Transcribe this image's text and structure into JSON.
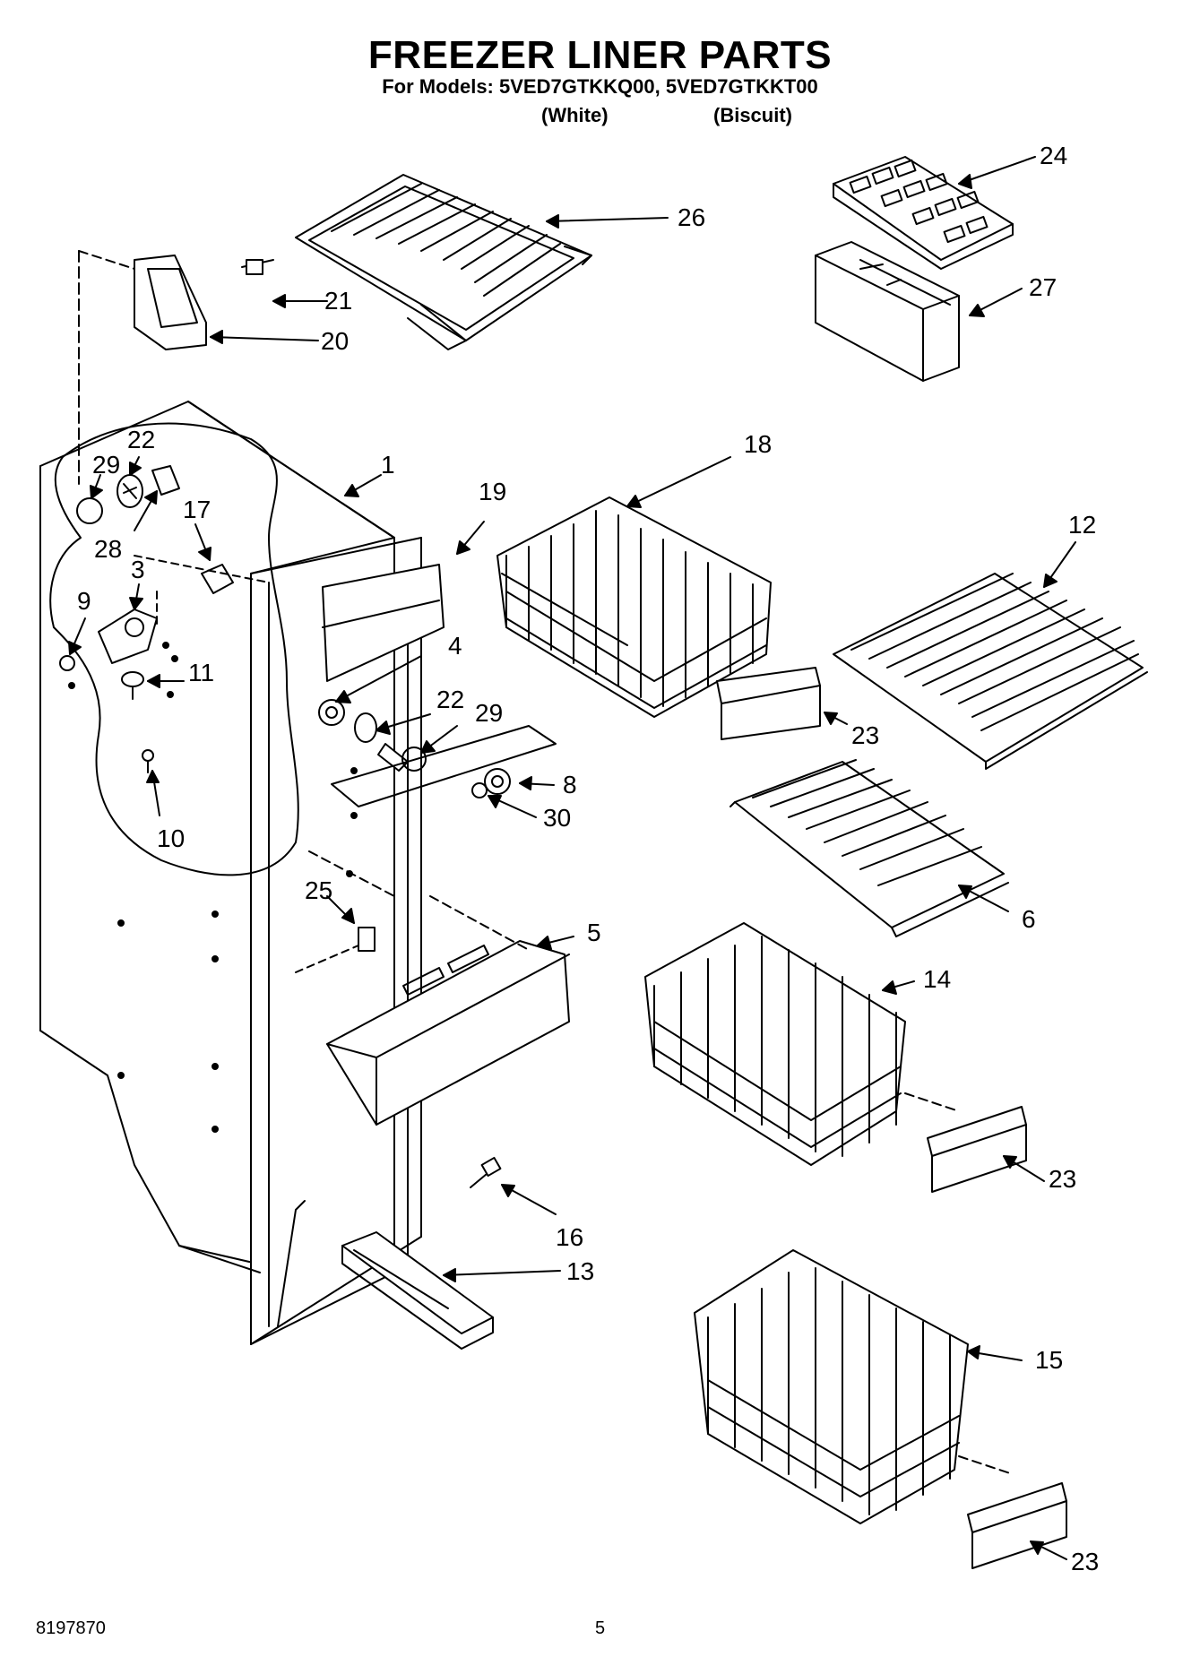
{
  "header": {
    "title": "FREEZER LINER PARTS",
    "models_line": "For Models: 5VED7GTKKQ00, 5VED7GTKKT00",
    "color_white": "(White)",
    "color_biscuit": "(Biscuit)"
  },
  "footer": {
    "doc_number": "8197870",
    "page_number": "5"
  },
  "callouts": {
    "c1": "1",
    "c3": "3",
    "c4": "4",
    "c5": "5",
    "c6": "6",
    "c8": "8",
    "c9": "9",
    "c10": "10",
    "c11": "11",
    "c12": "12",
    "c13": "13",
    "c14": "14",
    "c15": "15",
    "c16": "16",
    "c17": "17",
    "c18": "18",
    "c19": "19",
    "c20": "20",
    "c21": "21",
    "c22a": "22",
    "c22b": "22",
    "c23a": "23",
    "c23b": "23",
    "c23c": "23",
    "c24": "24",
    "c25": "25",
    "c26": "26",
    "c27": "27",
    "c28": "28",
    "c29a": "29",
    "c29b": "29",
    "c30": "30"
  }
}
